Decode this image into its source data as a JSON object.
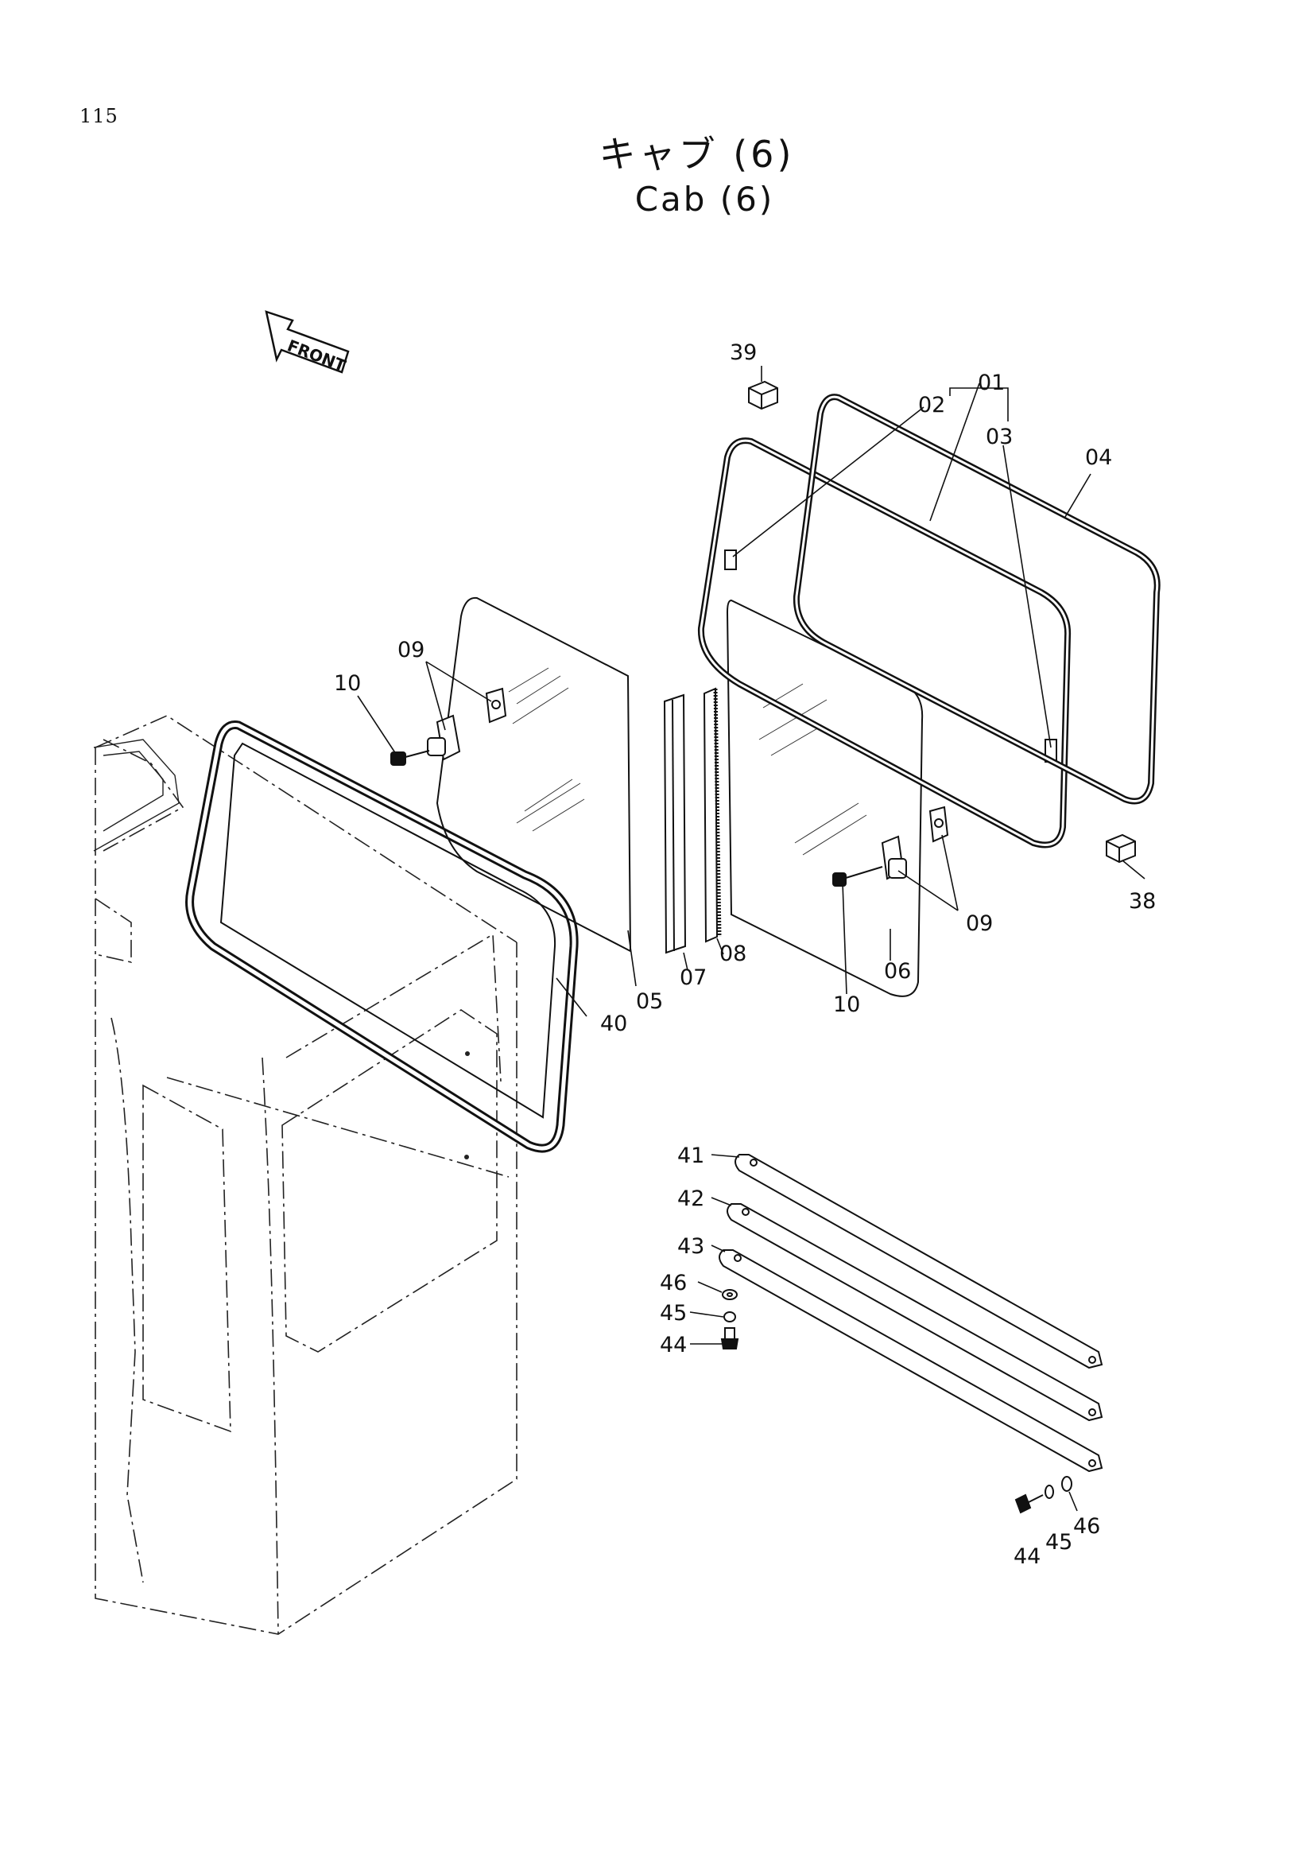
{
  "page_number": "115",
  "title_jp": "キャブ (6)",
  "title_en": "Cab (6)",
  "front_label": "FRONT",
  "callouts": {
    "c01": "01",
    "c02": "02",
    "c03": "03",
    "c04": "04",
    "c05": "05",
    "c06": "06",
    "c07": "07",
    "c08": "08",
    "c09a": "09",
    "c09b": "09",
    "c10a": "10",
    "c10b": "10",
    "c38": "38",
    "c39": "39",
    "c40": "40",
    "c41": "41",
    "c42": "42",
    "c43": "43",
    "c44a": "44",
    "c44b": "44",
    "c45a": "45",
    "c45b": "45",
    "c46a": "46",
    "c46b": "46"
  }
}
